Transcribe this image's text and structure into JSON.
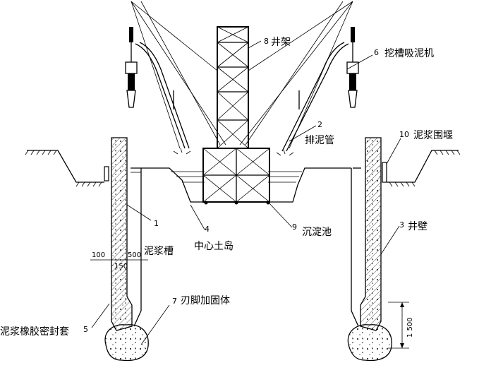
{
  "labels": {
    "well_frame": "井架",
    "dredger": "挖槽吸泥机",
    "mud_pipe": "排泥管",
    "mud_cofferdam": "泥浆围堰",
    "well_wall": "井壁",
    "settling_pond": "沉淀池",
    "center_island": "中心土岛",
    "mud_trench": "泥浆槽",
    "blade_foot": "刃脚加固体",
    "rubber_seal": "泥浆橡胶密封套"
  },
  "numbers": {
    "well_frame": "8",
    "dredger": "6",
    "mud_pipe": "2",
    "mud_cofferdam": "10",
    "well_wall": "3",
    "settling_pond": "9",
    "center_island": "4",
    "mud_trench": "1",
    "blade_foot": "7",
    "rubber_seal": "5"
  },
  "dimensions": {
    "d100": "100",
    "d500": "500",
    "d150": "150",
    "d1500": "1 500"
  },
  "colors": {
    "line": "#000000",
    "background": "#ffffff"
  }
}
